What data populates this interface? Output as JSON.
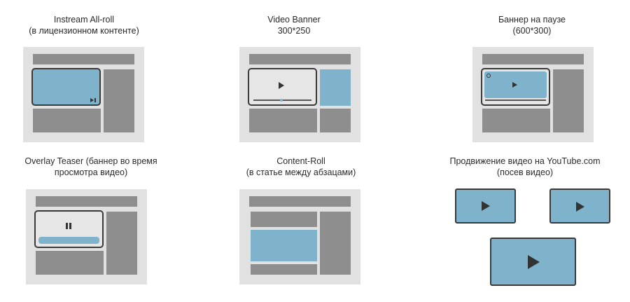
{
  "formats": [
    {
      "title": "Instream All-roll",
      "subtitle": "(в лицензионном контенте)"
    },
    {
      "title": "Video Banner",
      "subtitle": "300*250"
    },
    {
      "title": "Баннер на паузе",
      "subtitle": "(600*300)"
    },
    {
      "title": "Overlay Teaser (баннер во время",
      "subtitle": "просмотра видео)"
    },
    {
      "title": "Content-Roll",
      "subtitle": "(в статье между абзацами)"
    },
    {
      "title": "Продвижение видео на YouTube.com",
      "subtitle": "(посев видео)"
    }
  ],
  "colors": {
    "frame": "#e1e1e1",
    "block": "#8e8e8e",
    "ad_blue": "#7fb3cc",
    "player": "#e6e6e6",
    "outline": "#3a3a3a"
  },
  "icons": [
    "skip-icon",
    "play-icon",
    "clock-icon",
    "pause-icon"
  ]
}
